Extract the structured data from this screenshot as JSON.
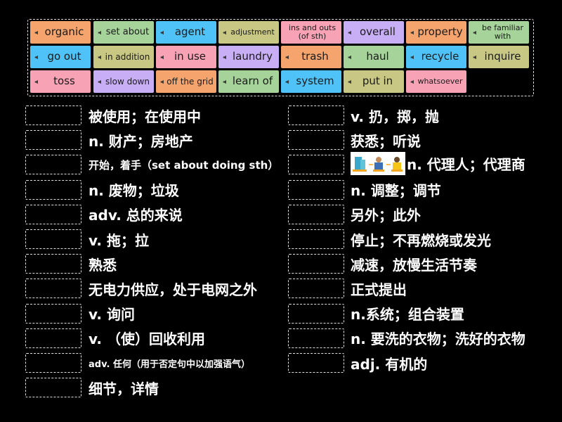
{
  "colors": {
    "orange": "#f4a46c",
    "green": "#a6d39a",
    "blue": "#4fc3f7",
    "olive": "#c9c784",
    "pink": "#f7a3b5",
    "purple": "#c8aef5"
  },
  "tiles": [
    {
      "label": "organic",
      "color": "orange",
      "size": 15
    },
    {
      "label": "set about",
      "color": "green",
      "size": 13
    },
    {
      "label": "agent",
      "color": "blue",
      "size": 15
    },
    {
      "label": "adjustment",
      "color": "olive",
      "size": 11
    },
    {
      "label": "ins and outs (of sth)",
      "color": "pink",
      "size": 11,
      "nospeaker": true
    },
    {
      "label": "overall",
      "color": "purple",
      "size": 15
    },
    {
      "label": "property",
      "color": "orange",
      "size": 15
    },
    {
      "label": "be familiar with",
      "color": "green",
      "size": 11
    },
    {
      "label": "go out",
      "color": "blue",
      "size": 15
    },
    {
      "label": "in addition",
      "color": "olive",
      "size": 12
    },
    {
      "label": "in use",
      "color": "pink",
      "size": 15
    },
    {
      "label": "laundry",
      "color": "purple",
      "size": 15
    },
    {
      "label": "trash",
      "color": "orange",
      "size": 15
    },
    {
      "label": "haul",
      "color": "green",
      "size": 15
    },
    {
      "label": "recycle",
      "color": "blue",
      "size": 15
    },
    {
      "label": "inquire",
      "color": "olive",
      "size": 15
    },
    {
      "label": "toss",
      "color": "pink",
      "size": 15
    },
    {
      "label": "slow down",
      "color": "purple",
      "size": 12
    },
    {
      "label": "off the grid",
      "color": "orange",
      "size": 12
    },
    {
      "label": "learn of",
      "color": "green",
      "size": 15
    },
    {
      "label": "system",
      "color": "blue",
      "size": 15
    },
    {
      "label": "put in",
      "color": "olive",
      "size": 15
    },
    {
      "label": "whatsoever",
      "color": "pink",
      "size": 11
    }
  ],
  "clues_left": [
    {
      "text": "被使用；在使用中",
      "size": 20
    },
    {
      "text": "n. 财产；房地产",
      "size": 20
    },
    {
      "text": "开始，着手（set about doing sth）",
      "size": 15
    },
    {
      "text": "n. 废物；垃圾",
      "size": 20
    },
    {
      "text": "adv. 总的来说",
      "size": 20
    },
    {
      "text": "v. 拖；拉",
      "size": 20
    },
    {
      "text": "熟悉",
      "size": 20
    },
    {
      "text": "无电力供应，处于电网之外",
      "size": 20
    },
    {
      "text": "v. 询问",
      "size": 20
    },
    {
      "text": "v. （使）回收利用",
      "size": 20
    },
    {
      "text": "adv. 任何（用于否定句中以加强语气）",
      "size": 13
    },
    {
      "text": "细节，详情",
      "size": 20
    }
  ],
  "clues_right": [
    {
      "text": "v. 扔，掷，抛",
      "size": 20
    },
    {
      "text": "获悉；听说",
      "size": 20
    },
    {
      "text": "n. 代理人；代理商",
      "size": 20,
      "image": true
    },
    {
      "text": "n. 调整；调节",
      "size": 20
    },
    {
      "text": "另外；此外",
      "size": 20
    },
    {
      "text": "停止；不再燃烧或发光",
      "size": 20
    },
    {
      "text": "减速，放慢生活节奏",
      "size": 20
    },
    {
      "text": "正式提出",
      "size": 20
    },
    {
      "text": "n.系统；组合装置",
      "size": 20
    },
    {
      "text": "n. 要洗的衣物；洗好的衣物",
      "size": 20
    },
    {
      "text": "adj. 有机的",
      "size": 20
    }
  ]
}
